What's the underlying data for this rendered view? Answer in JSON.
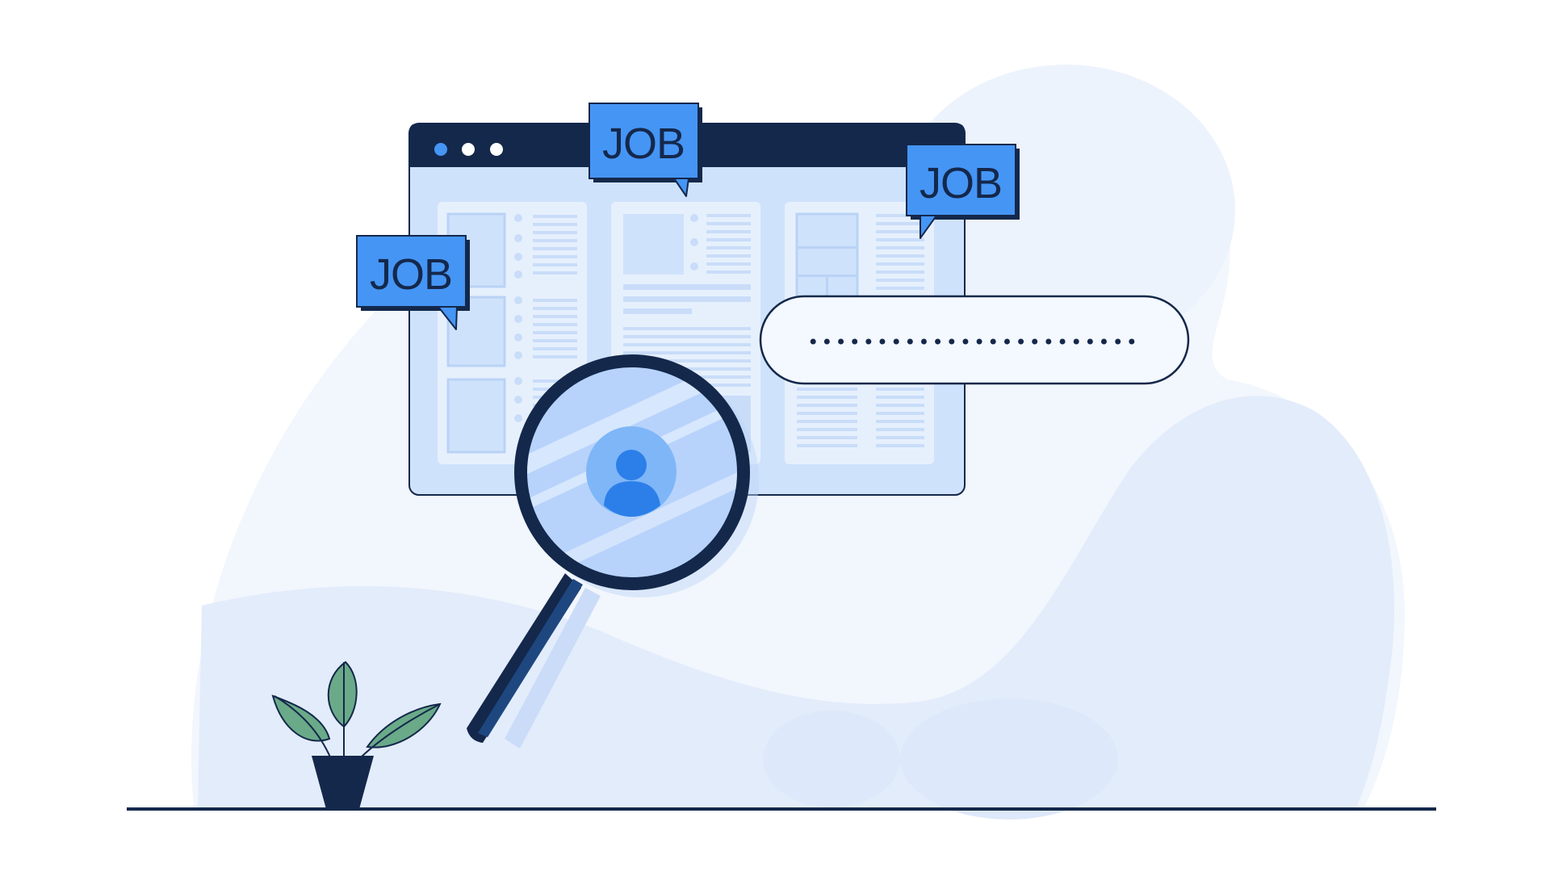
{
  "illustration": {
    "job_bubbles": [
      {
        "label": "JOB"
      },
      {
        "label": "JOB"
      },
      {
        "label": "JOB"
      }
    ],
    "search_field": {
      "masked_value": "••••••••••••••••••••••••"
    },
    "icons": {
      "magnifier": "magnifying-glass-icon",
      "profile": "user-profile-icon",
      "plant": "potted-plant-icon",
      "window_dots": "window-controls-icon"
    },
    "colors": {
      "navy": "#14284b",
      "accent_blue": "#4595f5",
      "light_blue": "#cfe2fb",
      "pale_blue": "#e3ecfb",
      "leaf_green": "#6aaa88"
    }
  }
}
